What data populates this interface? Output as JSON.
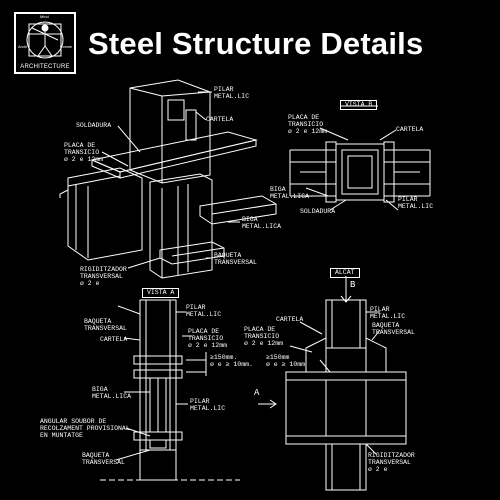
{
  "logo": {
    "text": "ARCHITECTURE",
    "tiny_top": "Mind",
    "tiny_left": "Archi",
    "tiny_right": "Create"
  },
  "title": "Steel Structure Details",
  "detail_iso": {
    "pilar": "PILAR\nMETAL.LIC",
    "soldadura": "SOLDADURA",
    "cartela": "CARTELA",
    "placa": "PLACA DE\nTRANSICIO\nø 2 e 12mm",
    "biga": "BIGA\nMETAL.LICA",
    "baqueta": "BAQUETA\nTRANSVERSAL",
    "rigid": "RIGIDITZADOR\nTRANSVERSAL\nø 2 e"
  },
  "detail_vista_b": {
    "tag": "VISTA B",
    "placa": "PLACA DE\nTRANSICIO\nø 2 e 12mm",
    "cartela": "CARTELA",
    "biga": "BIGA\nMETAL.LICA",
    "soldadura": "SOLDADURA",
    "pilar": "PILAR\nMETAL.LIC"
  },
  "detail_vista_a": {
    "tag": "VISTA A",
    "baqueta_top": "BAQUETA\nTRANSVERSAL",
    "cartela": "CARTELA",
    "pilar_top": "PILAR\nMETAL.LIC",
    "placa": "PLACA DE\nTRANSICIO\nø 2 e 12mm",
    "dim": "≥150mm.\nø e ≥ 10mm.",
    "biga": "BIGA\nMETAL.LICA",
    "pilar_bot": "PILAR\nMETAL.LIC",
    "angular": "ANGULAR SOUBOR DE\nRECOLZAMENT PROVISIONAL\nEN MUNTATGE",
    "baqueta_bot": "BAQUETA\nTRANSVERSAL"
  },
  "detail_alcat": {
    "tag": "ALCAT",
    "arrow_b": "B",
    "arrow_a": "A",
    "pilar": "PILAR\nMETAL.LIC",
    "cartela": "CARTELA",
    "baqueta": "BAQUETA\nTRANSVERSAL",
    "placa": "PLACA DE\nTRANSICIO\nø 2 e 12mm",
    "dim": "≥150mm\nø e ≥ 10mm",
    "rigid": "RIGIDITZADOR\nTRANSVERSAL\nø 2 e"
  }
}
